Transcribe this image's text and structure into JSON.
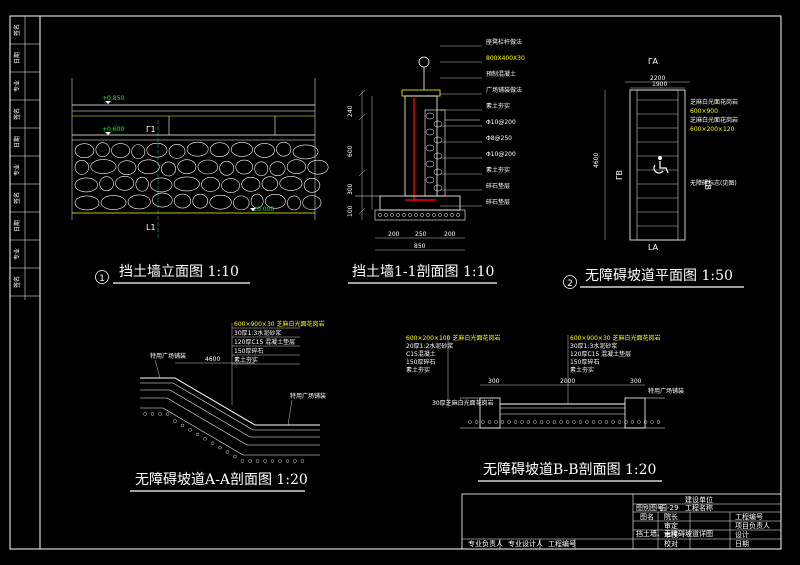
{
  "drawings": {
    "d1": {
      "number": "1",
      "title": "挡土墙立面图  1:10",
      "elev_top": "+0.850",
      "elev_mid": "+0.600",
      "elev_bottom": "±0.000",
      "section_mark_top": "Γ1",
      "section_mark_bottom": "L1"
    },
    "d2": {
      "title": "挡土墙1-1剖面图  1:10",
      "notes": [
        "座凳栏杆做法",
        "800X400X30",
        "预制混凝土",
        "广场铺装做法",
        "素土夯实",
        "Φ10@200",
        "Φ8@250",
        "Φ10@200",
        "素土夯实",
        "碎石垫层",
        "碎石垫层"
      ],
      "dims_bottom": [
        "200",
        "250",
        "200"
      ],
      "dim_total": "850",
      "dims_left": [
        "240",
        "600",
        "300",
        "100"
      ]
    },
    "d3": {
      "number": "2",
      "title": "无障碍坡道平面图  1:50",
      "dim_top": "2200",
      "dim_top2": "1900",
      "mark_top": "ΓA",
      "mark_bottom": "LA",
      "mark_left": "ΓB",
      "mark_right": "LB",
      "notes": [
        "芝麻白光面花岗岩",
        "600×900",
        "芝麻白光面花岗岩",
        "600×200×120",
        "无障碍标志(见图)"
      ],
      "dim_side": "4600"
    },
    "d4": {
      "title": "无障碍坡道A-A剖面图  1:20",
      "notes": [
        "600×900×30 芝麻白光面花岗岩",
        "30厚1:3水泥砂浆",
        "120厚C15 混凝土垫层",
        "150厚碎石",
        "素土夯实"
      ],
      "label_left": "特用广场铺装",
      "label_right": "特用广场铺装",
      "dim": "4600"
    },
    "d5": {
      "title": "无障碍坡道B-B剖面图  1:20",
      "notes_left": [
        "600×200×100 芝麻白光面花岗岩",
        "20厚1:2水泥砂浆",
        "C15混凝土",
        "150厚碎石",
        "素土夯实"
      ],
      "notes_right": [
        "600×900×30 芝麻白光面花岗岩",
        "30厚1:3水泥砂浆",
        "120厚C15 混凝土垫层",
        "150厚碎石",
        "素土夯实"
      ],
      "label_right": "特用广场铺装",
      "label_bottom": "30厚芝麻白光面花岗岩",
      "dims": [
        "300",
        "2000",
        "300"
      ]
    }
  },
  "left_strip": [
    "签名",
    "日期",
    "专业",
    "签名",
    "日期",
    "专业",
    "签名",
    "日期",
    "专业",
    "签名"
  ],
  "title_block": {
    "org": "建设单位",
    "project": "工程名称",
    "drawing_no_label": "图别图号",
    "drawing_no": "园-29",
    "drawing_name_label": "图名",
    "drawing_name": "挡土墙、无障碍坡道详图",
    "roles_left": [
      "院长",
      "审定",
      "审核",
      "校对"
    ],
    "roles_right": [
      "工程编号",
      "项目负责人",
      "设计",
      "日期"
    ],
    "bottom_labels": [
      "专业负责人",
      "专业设计人",
      "工程编号"
    ]
  },
  "colors": {
    "bg": "#000000",
    "line": "#ffffff",
    "accent": "#ffff00",
    "green": "#00ff00",
    "red": "#ff0000",
    "cyan": "#00ffff"
  }
}
